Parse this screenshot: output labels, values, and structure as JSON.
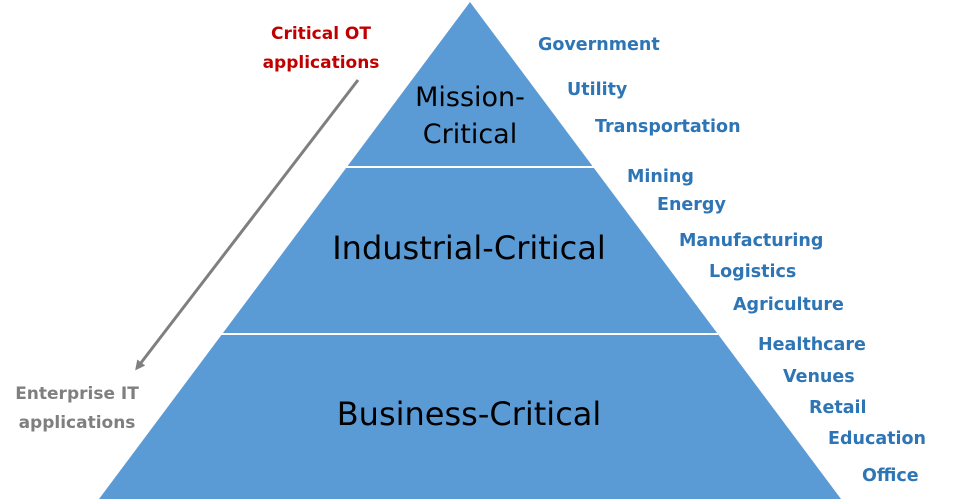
{
  "colors": {
    "pyramid_fill": "#5b9bd5",
    "tier_divider": "#ffffff",
    "sector_text": "#2e75b6",
    "ot_text": "#c00000",
    "it_text": "#7f7f7f",
    "arrow": "#7f7f7f"
  },
  "tiers": [
    {
      "label_lines": [
        "Mission-",
        "Critical"
      ]
    },
    {
      "label_lines": [
        "Industrial-Critical"
      ]
    },
    {
      "label_lines": [
        "Business-Critical"
      ]
    }
  ],
  "critical_ot": {
    "lines": [
      "Critical OT",
      "applications"
    ]
  },
  "enterprise_it": {
    "lines": [
      "Enterprise IT",
      "applications"
    ]
  },
  "sectors": [
    "Government",
    "Utility",
    "Transportation",
    "Mining",
    "Energy",
    "Manufacturing",
    "Logistics",
    "Agriculture",
    "Healthcare",
    "Venues",
    "Retail",
    "Education",
    "Office"
  ]
}
